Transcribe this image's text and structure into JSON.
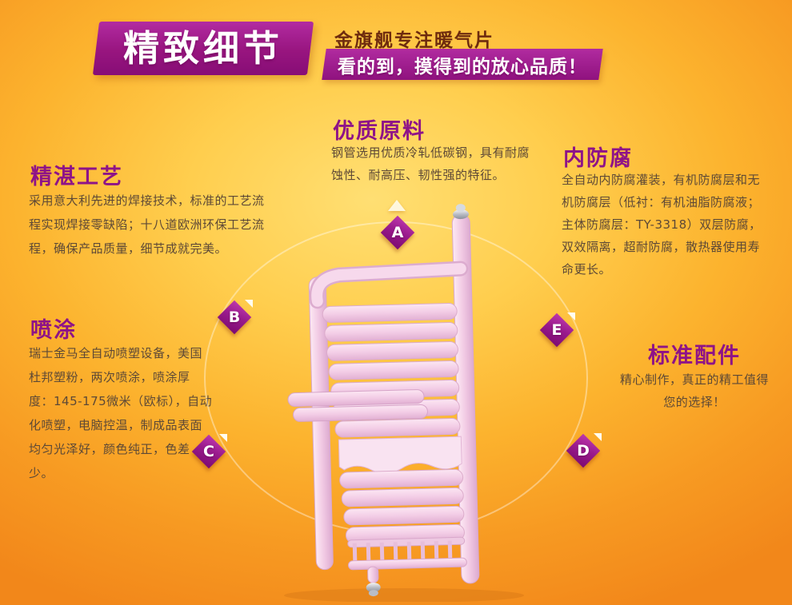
{
  "colors": {
    "background_orange": "#f8a01f",
    "accent_purple": "#8e1388",
    "banner_magenta": "#a1188f",
    "body_text": "#5d4936",
    "product_pink": "#f3cde6"
  },
  "header": {
    "title": "精致细节",
    "tagline": "金旗舰专注暖气片",
    "slogan": "看的到，摸得到的放心品质！"
  },
  "sections": {
    "craft": {
      "title": "精湛工艺",
      "body": "采用意大利先进的焊接技术，标准的工艺流程实现焊接零缺陷；十八道欧洲环保工艺流程，确保产品质量，细节成就完美。"
    },
    "material": {
      "title": "优质原料",
      "body": "钢管选用优质冷轧低碳钢，具有耐腐蚀性、耐高压、韧性强的特征。"
    },
    "anticorrosion": {
      "title": "内防腐",
      "body": "全自动内防腐灌装，有机防腐层和无机防腐层（低衬：有机油脂防腐液；主体防腐层：TY-3318）双层防腐，双效隔离，超耐防腐，散热器使用寿命更长。"
    },
    "spray": {
      "title": "喷涂",
      "body": "瑞士金马全自动喷塑设备，美国杜邦塑粉，两次喷涂，喷涂厚度：145-175微米（欧标），自动化喷塑，电脑控温，制成品表面均匀光泽好，颜色纯正，色差少。"
    },
    "accessories": {
      "title": "标准配件",
      "body": "精心制作，真正的精工值得您的选择！"
    }
  },
  "markers": {
    "a": "A",
    "b": "B",
    "c": "C",
    "d": "D",
    "e": "E"
  },
  "product": {
    "name": "pink-towel-radiator"
  }
}
